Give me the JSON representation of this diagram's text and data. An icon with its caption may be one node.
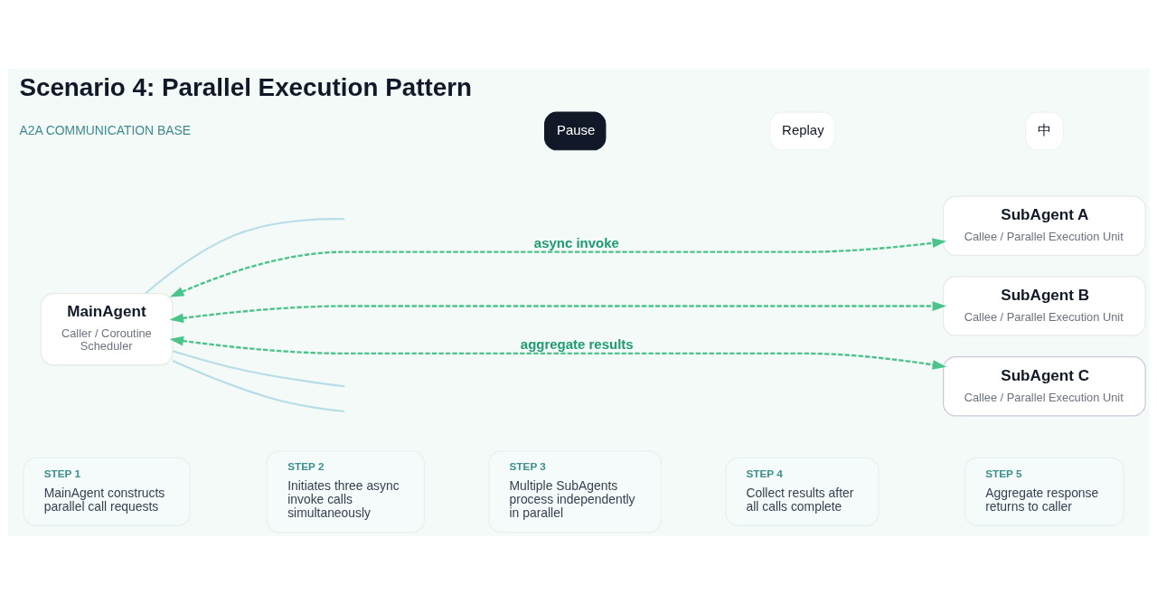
{
  "diagram": {
    "title": "Scenario 4: Parallel Execution Pattern",
    "nodes": [
      {
        "text": [
          "MainAgent",
          "Caller / Coroutine Scheduler"
        ]
      },
      {
        "text": [
          "SubAgent A",
          "Callee / Parallel Execution Unit"
        ]
      },
      {
        "text": [
          "SubAgent B",
          "Callee / Parallel Execution Unit"
        ]
      },
      {
        "text": [
          "SubAgent C",
          "Callee / Parallel Execution Unit"
        ]
      },
      {
        "text": [
          "STEP 1",
          "MainAgent constructs parallel call requests"
        ]
      },
      {
        "text": [
          "STEP 2",
          "Initiates three async invoke calls simultaneously"
        ]
      },
      {
        "text": [
          "STEP 3",
          "Multiple SubAgents process independently in parallel"
        ]
      },
      {
        "text": [
          "STEP 4",
          "Collect results after all calls complete"
        ]
      },
      {
        "text": [
          "STEP 5",
          "Aggregate response returns to caller"
        ]
      }
    ],
    "edges": [
      {
        "from": 0,
        "to": null,
        "arrow": "none",
        "color": "#b7dde6"
      },
      {
        "from": 0,
        "to": null,
        "arrow": "none",
        "color": "#b7dde6"
      },
      {
        "from": 0,
        "to": null,
        "arrow": "none",
        "color": "#b7dde6"
      },
      {
        "from": 0,
        "to": 1,
        "arrow": "both",
        "style": "dashed",
        "color": "#4cc38a",
        "label": "async invoke"
      },
      {
        "from": 0,
        "to": 2,
        "arrow": "both",
        "style": "dashed",
        "color": "#4cc38a"
      },
      {
        "from": 0,
        "to": 3,
        "arrow": "both",
        "style": "dashed",
        "color": "#4cc38a",
        "label": "aggregate results"
      }
    ],
    "labels": [
      "A2A COMMUNICATION BASE",
      "Pause",
      "Replay",
      "中"
    ]
  }
}
